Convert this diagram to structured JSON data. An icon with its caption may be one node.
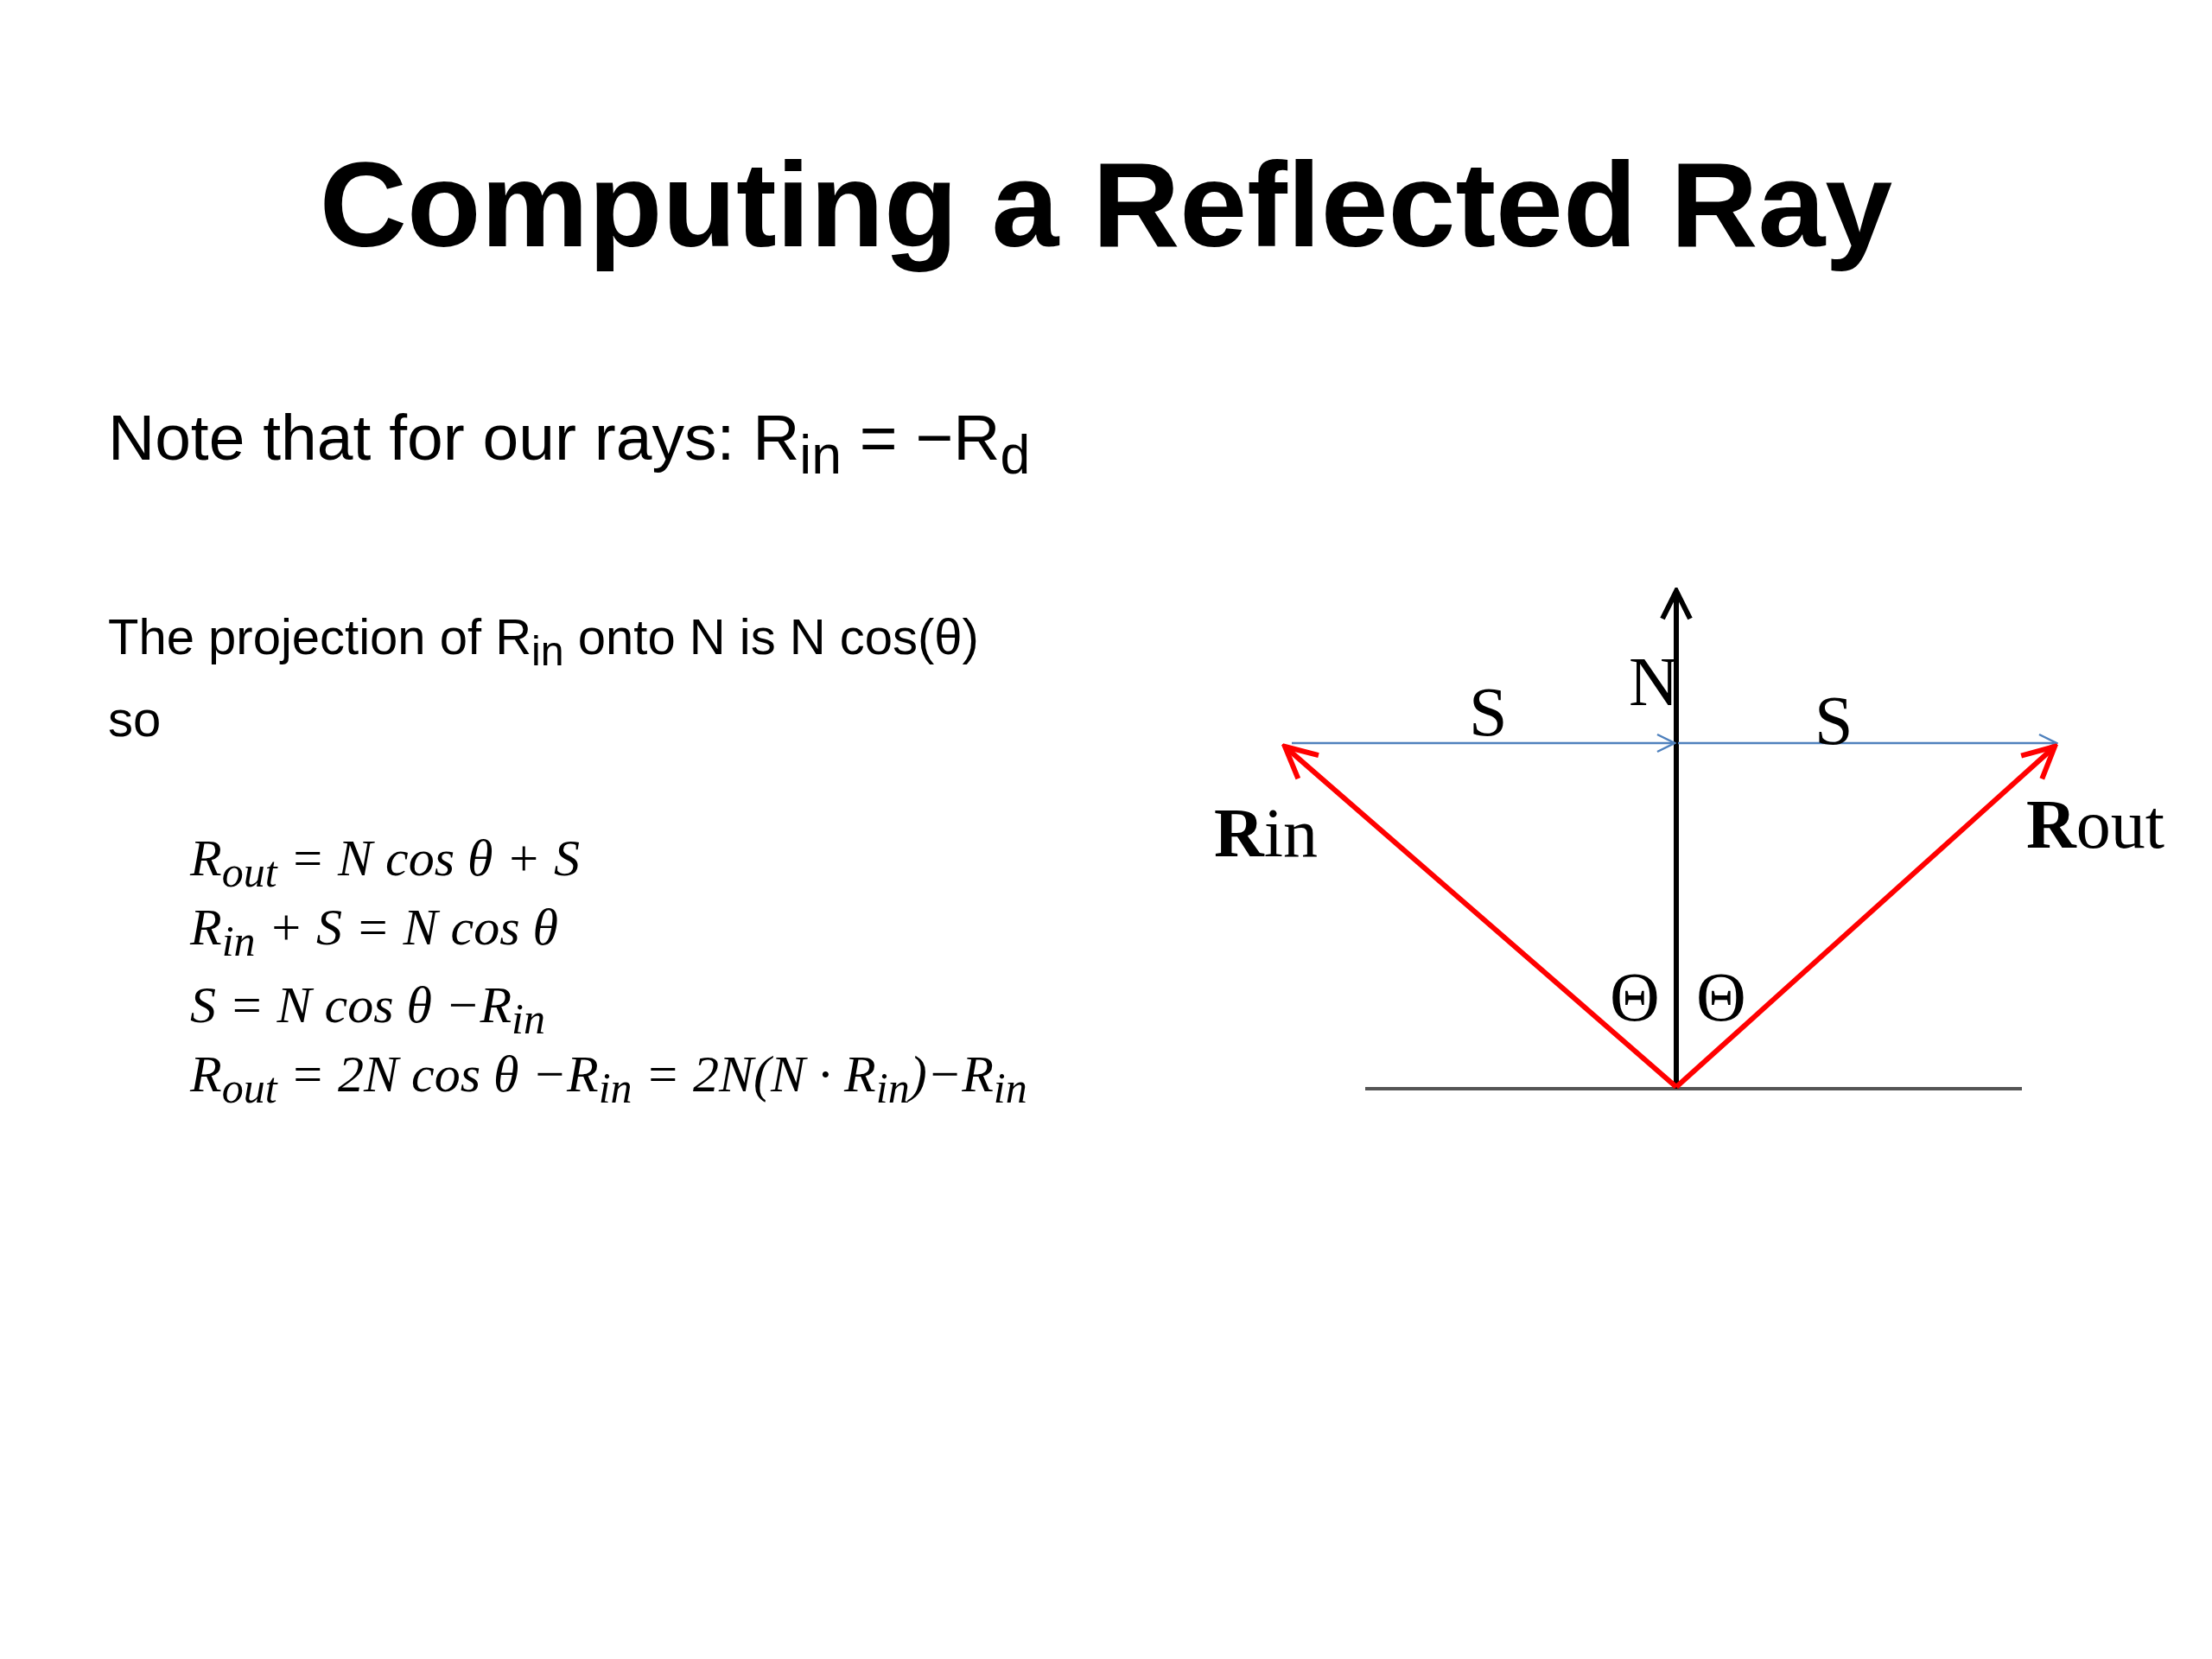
{
  "diagram": {
    "title": "Computing a Reflected Ray",
    "labels": [
      "Note that for our rays: R$_{in}$ = −R$_{d}$",
      "The projection of R$_{in}$ onto N is N cos(θ)",
      "so",
      "R$_{out}$ = N cos θ + S",
      "R$_{in}$ + S = N cos θ",
      "S = N cos θ −R$_{in}$",
      "R$_{out}$ = 2N cos θ −R$_{in}$ = 2N(N · R$_{in}$)−R$_{in}$",
      "S",
      "N",
      "S",
      "**R**in",
      "**R**out",
      "Θ",
      "Θ"
    ]
  }
}
